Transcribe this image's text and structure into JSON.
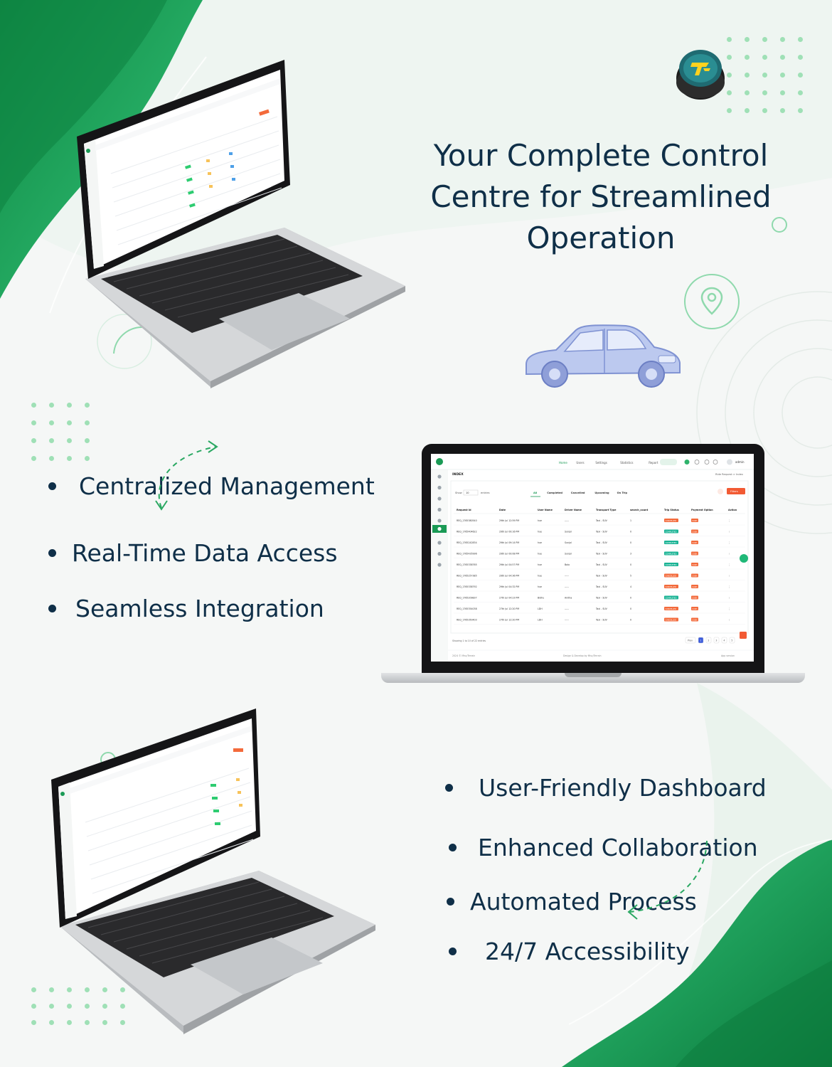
{
  "headline": {
    "line1": "Your Complete Control",
    "line2": "Centre for Streamlined",
    "line3": "Operation"
  },
  "features_left": [
    "Centralized Management",
    "Real-Time Data Access",
    "Seamless Integration"
  ],
  "features_right": [
    "User-Friendly Dashboard",
    "Enhanced Collaboration",
    "Automated Process",
    "24/7 Accessibility"
  ],
  "dashboard": {
    "page_title": "INDEX",
    "breadcrumb": "Ride Request > Index",
    "nav": [
      "Home",
      "Users",
      "Settings",
      "Statistics",
      "Report"
    ],
    "user_name": "admin",
    "filter_tabs": [
      "All",
      "Completed",
      "Cancelled",
      "Upcoming",
      "On Trip"
    ],
    "show_label": "Show",
    "show_value": "10",
    "entries_label": "entries",
    "filters_button": "Filters",
    "columns": [
      "Request Id",
      "Date",
      "User Name",
      "Driver Name",
      "Transport Type",
      "search_count",
      "Trip Status",
      "Payment Option",
      "Action"
    ],
    "rows": [
      [
        "REQ_1765380540",
        "29th Jul 12:59 PM",
        "hue",
        "-----",
        "Taxi - SUV",
        "1",
        "CANCELLED",
        "CASH",
        "⋮"
      ],
      [
        "REQ_1765404622",
        "29th Jul 09:16 PM",
        "hue",
        "Sunjol",
        "Taxi - SUV",
        "0",
        "COMPLETED",
        "CASH",
        "⋮"
      ],
      [
        "REQ_1765242834",
        "29th Jul 09:14 PM",
        "hue",
        "Sunjol",
        "Taxi - SUV",
        "0",
        "COMPLETED",
        "CASH",
        "⋮"
      ],
      [
        "REQ_1765435996",
        "29th Jul 09:08 PM",
        "hue",
        "Sunjol",
        "Taxi - SUV",
        "3",
        "COMPLETED",
        "CASH",
        "⋮"
      ],
      [
        "REQ_1765338765",
        "29th Jul 04:57 PM",
        "hue",
        "Bala",
        "Taxi - SUV",
        "0",
        "COMPLETED",
        "CASH",
        "⋮"
      ],
      [
        "REQ_1765257385",
        "29th Jul 04:36 PM",
        "hue",
        "-----",
        "Taxi - SUV",
        "5",
        "CANCELLED",
        "CASH",
        "⋮"
      ],
      [
        "REQ_1765338792",
        "29th Jul 04:32 PM",
        "hue",
        "-----",
        "Taxi - SUV",
        "4",
        "CANCELLED",
        "CASH",
        "⋮"
      ],
      [
        "REQ_1765209837",
        "27th Jul 04:23 PM",
        "Bidhu",
        "Anitha",
        "Taxi - SUV",
        "0",
        "COMPLETED",
        "CASH",
        "⋮"
      ],
      [
        "REQ_1765354038",
        "27th Jul 12:20 PM",
        "LDH",
        "-----",
        "Taxi - SUV",
        "0",
        "CANCELLED",
        "CASH",
        "⋮"
      ],
      [
        "REQ_1765350403",
        "27th Jul 12:20 PM",
        "LDH",
        "-----",
        "Taxi - SUV",
        "0",
        "CANCELLED",
        "CASH",
        "⋮"
      ]
    ],
    "showing_text": "Showing 1 to 10 of 22 entries",
    "pagination": [
      "Prev",
      "1",
      "2",
      "3",
      "4",
      "5"
    ],
    "footer_left": "2024 © Misc/Terrain",
    "footer_center": "Design & Develop by Misc/Terrain",
    "footer_right": "App version"
  },
  "colors": {
    "brand_green": "#1a9a55",
    "dark_text": "#0f2f48",
    "accent_light_green": "#9fe0b6",
    "status_cancelled": "#f36a3b",
    "status_completed": "#19b394",
    "filter_red": "#f25a33"
  },
  "icons": [
    "location-pin-icon",
    "car-icon",
    "logo-badge-icon",
    "dashed-arrow-icon"
  ]
}
